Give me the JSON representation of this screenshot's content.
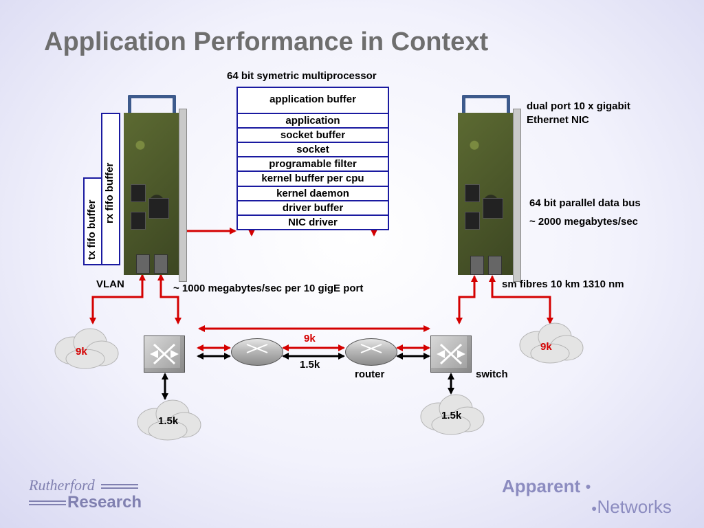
{
  "title": "Application Performance in Context",
  "stack": {
    "header": "64 bit symetric multiprocessor",
    "layers": [
      "application buffer",
      "application",
      "socket buffer",
      "socket",
      "programable filter",
      "kernel buffer per cpu",
      "kernel daemon",
      "driver buffer",
      "NIC driver"
    ]
  },
  "fifo": {
    "tx": "tx fifo buffer",
    "rx": "rx fifo buffer"
  },
  "labels": {
    "nic": "dual port 10 x gigabit Ethernet NIC",
    "bus": "64 bit parallel data bus",
    "bus_rate": "~ 2000 megabytes/sec",
    "port_rate": "~ 1000 megabytes/sec per  10 gigE port",
    "vlan": "VLAN",
    "fibres": "sm fibres 10 km 1310 nm",
    "router": "router",
    "switch": "switch",
    "mtu_jumbo": "9k",
    "mtu_std": "1.5k"
  },
  "footer": {
    "left_top": "Rutherford",
    "left_bottom": "Research",
    "right_top": "Apparent",
    "right_bottom": "Networks"
  },
  "colors": {
    "arrow_red": "#d40000",
    "box_border": "#1a1aa0",
    "title": "#6e6e6e"
  }
}
